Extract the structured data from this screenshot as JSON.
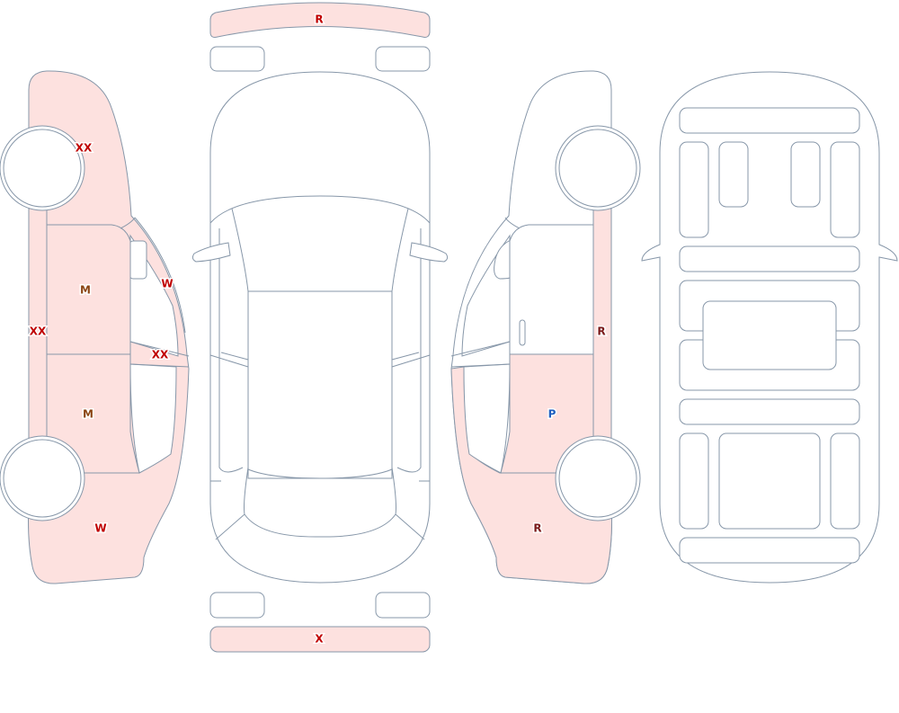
{
  "colors": {
    "outline": "#8797a9",
    "damaged_fill": "#fde1df",
    "code_red": "#c00000",
    "code_brown": "#8b4513",
    "code_blue": "#1f5fbf"
  },
  "codes": {
    "rear_bumper": "R",
    "front_bumper": "X",
    "left_front_fender": "XX",
    "left_rocker": "XX",
    "left_rear_door": "M",
    "left_front_door": "M",
    "left_c_pillar": "W",
    "left_mirror_area": "XX",
    "left_rear_fender_low": "W",
    "right_rocker": "R",
    "right_front_door": "P",
    "right_rear_fender_low": "R"
  },
  "code_colors": {
    "rear_bumper": "#c00000",
    "front_bumper": "#c00000",
    "left_front_fender": "#c00000",
    "left_rocker": "#c00000",
    "left_rear_door": "#8b4513",
    "left_front_door": "#8b4513",
    "left_c_pillar": "#c00000",
    "left_mirror_area": "#c00000",
    "left_rear_fender_low": "#c00000",
    "right_rocker": "#7a1a1a",
    "right_front_door": "#1f5fbf",
    "right_rear_fender_low": "#7a1a1a"
  }
}
